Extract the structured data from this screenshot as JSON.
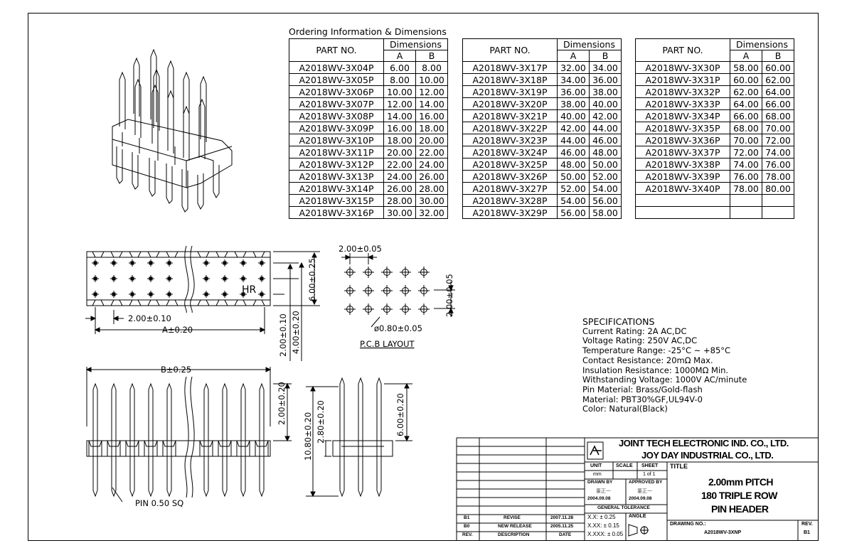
{
  "ordering": {
    "title": "Ordering Information & Dimensions",
    "col_part": "PART NO.",
    "col_dims": "Dimensions",
    "col_a": "A",
    "col_b": "B",
    "table1": [
      [
        "A2018WV-3X04P",
        "6.00",
        "8.00"
      ],
      [
        "A2018WV-3X05P",
        "8.00",
        "10.00"
      ],
      [
        "A2018WV-3X06P",
        "10.00",
        "12.00"
      ],
      [
        "A2018WV-3X07P",
        "12.00",
        "14.00"
      ],
      [
        "A2018WV-3X08P",
        "14.00",
        "16.00"
      ],
      [
        "A2018WV-3X09P",
        "16.00",
        "18.00"
      ],
      [
        "A2018WV-3X10P",
        "18.00",
        "20.00"
      ],
      [
        "A2018WV-3X11P",
        "20.00",
        "22.00"
      ],
      [
        "A2018WV-3X12P",
        "22.00",
        "24.00"
      ],
      [
        "A2018WV-3X13P",
        "24.00",
        "26.00"
      ],
      [
        "A2018WV-3X14P",
        "26.00",
        "28.00"
      ],
      [
        "A2018WV-3X15P",
        "28.00",
        "30.00"
      ],
      [
        "A2018WV-3X16P",
        "30.00",
        "32.00"
      ]
    ],
    "table2": [
      [
        "A2018WV-3X17P",
        "32.00",
        "34.00"
      ],
      [
        "A2018WV-3X18P",
        "34.00",
        "36.00"
      ],
      [
        "A2018WV-3X19P",
        "36.00",
        "38.00"
      ],
      [
        "A2018WV-3X20P",
        "38.00",
        "40.00"
      ],
      [
        "A2018WV-3X21P",
        "40.00",
        "42.00"
      ],
      [
        "A2018WV-3X22P",
        "42.00",
        "44.00"
      ],
      [
        "A2018WV-3X23P",
        "44.00",
        "46.00"
      ],
      [
        "A2018WV-3X24P",
        "46.00",
        "48.00"
      ],
      [
        "A2018WV-3X25P",
        "48.00",
        "50.00"
      ],
      [
        "A2018WV-3X26P",
        "50.00",
        "52.00"
      ],
      [
        "A2018WV-3X27P",
        "52.00",
        "54.00"
      ],
      [
        "A2018WV-3X28P",
        "54.00",
        "56.00"
      ],
      [
        "A2018WV-3X29P",
        "56.00",
        "58.00"
      ]
    ],
    "table3": [
      [
        "A2018WV-3X30P",
        "58.00",
        "60.00"
      ],
      [
        "A2018WV-3X31P",
        "60.00",
        "62.00"
      ],
      [
        "A2018WV-3X32P",
        "62.00",
        "64.00"
      ],
      [
        "A2018WV-3X33P",
        "64.00",
        "66.00"
      ],
      [
        "A2018WV-3X34P",
        "66.00",
        "68.00"
      ],
      [
        "A2018WV-3X35P",
        "68.00",
        "70.00"
      ],
      [
        "A2018WV-3X36P",
        "70.00",
        "72.00"
      ],
      [
        "A2018WV-3X37P",
        "72.00",
        "74.00"
      ],
      [
        "A2018WV-3X38P",
        "74.00",
        "76.00"
      ],
      [
        "A2018WV-3X39P",
        "76.00",
        "78.00"
      ],
      [
        "A2018WV-3X40P",
        "78.00",
        "80.00"
      ],
      [
        "",
        "",
        ""
      ],
      [
        "",
        "",
        ""
      ]
    ]
  },
  "drawing": {
    "top_pitch": "2.00±0.10",
    "top_len": "A±0.20",
    "top_width": "6.00±0.25",
    "top_h1": "2.00±0.10",
    "top_h2": "4.00±0.20",
    "hr_mark": "HR",
    "pcb_pitch_x": "2.00±0.05",
    "pcb_pitch_y": "2.00±0.05",
    "pcb_hole": "ø0.80±0.05",
    "pcb_label": "P.C.B LAYOUT",
    "front_len": "B±0.25",
    "front_h": "2.00±0.20",
    "pin_label": "PIN 0.50 SQ",
    "side_total": "10.80±0.20",
    "side_mid": "2.80±0.20",
    "side_top": "6.00±0.20"
  },
  "specs": {
    "heading": "SPECIFICATIONS",
    "lines": [
      "Current Rating: 2A AC,DC",
      "Voltage Rating: 250V AC,DC",
      "Temperature Range: -25°C ~ +85°C",
      "Contact Resistance: 20mΩ Max.",
      "Insulation Resistance: 1000MΩ Min.",
      "Withstanding Voltage: 1000V AC/minute",
      "Pin Material: Brass/Gold-flash",
      "Material: PBT30%GF,UL94V-0",
      "Color: Natural(Black)"
    ]
  },
  "title_block": {
    "company1": "JOINT TECH ELECTRONIC IND. CO., LTD.",
    "company2": "JOY DAY INDUSTRIAL CO., LTD.",
    "unit_label": "UNIT",
    "unit_value": "mm",
    "scale_label": "SCALE",
    "sheet_label": "SHEET",
    "sheet_value": "1 of 1",
    "title_label": "TITLE",
    "drawn_by_label": "DRAWN BY",
    "approved_by_label": "APPROVED BY",
    "drawn_name": "董正一",
    "approved_name": "董正一",
    "drawn_date": "2004.09.08",
    "approved_date": "2004.09.08",
    "general_tolerance": "GENERAL TOLERANCE",
    "tol1": "X.X: ± 0.25",
    "tol2": "X.XX: ± 0.15",
    "tol3": "X.XXX: ± 0.05",
    "angle_label": "ANGLE",
    "title_line1": "2.00mm PITCH",
    "title_line2": "180 TRIPLE ROW",
    "title_line3": "PIN HEADER",
    "drawing_no_label": "DRAWING NO.:",
    "drawing_no": "A2018WV-3XNP",
    "rev_label": "REV.",
    "rev_value": "B1",
    "rev_rows": [
      {
        "rev": "B1",
        "desc": "REVISE",
        "date": "2007.11.28"
      },
      {
        "rev": "B0",
        "desc": "NEW RELEASE",
        "date": "2005.11.25"
      }
    ],
    "col_rev": "REV.",
    "col_desc": "DESCRIPTION",
    "col_date": "DATE"
  }
}
